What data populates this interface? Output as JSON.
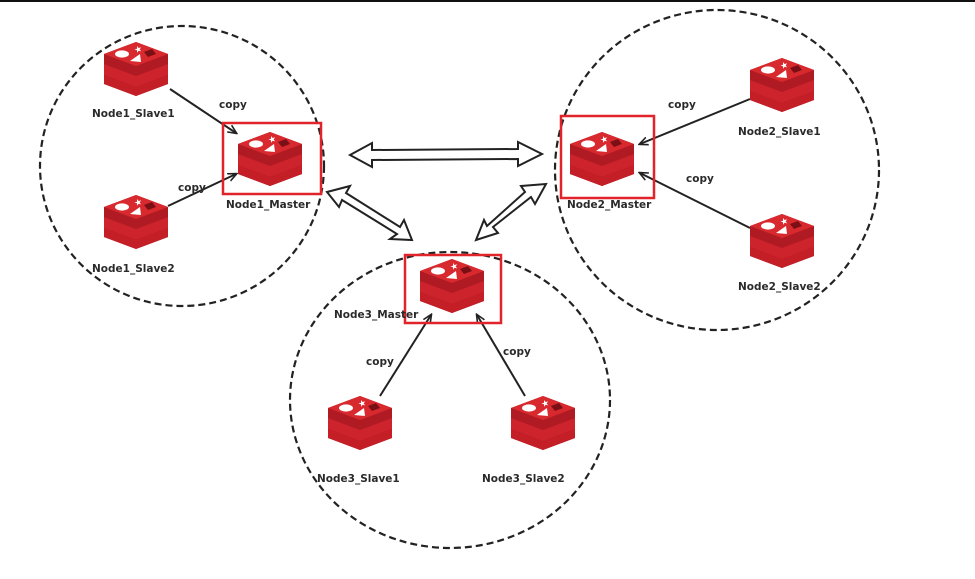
{
  "title": "Redis Cluster: 3 master nodes, each with 2 slaves",
  "colors": {
    "redis_red": "#c8202a",
    "redis_dark": "#a3151e",
    "highlight_box": "#e0242a",
    "line": "#222222"
  },
  "clusters": [
    {
      "id": "node1",
      "master": "Node1_Master",
      "slaves": [
        "Node1_Slave1",
        "Node1_Slave2"
      ]
    },
    {
      "id": "node2",
      "master": "Node2_Master",
      "slaves": [
        "Node2_Slave1",
        "Node2_Slave2"
      ]
    },
    {
      "id": "node3",
      "master": "Node3_Master",
      "slaves": [
        "Node3_Slave1",
        "Node3_Slave2"
      ]
    }
  ],
  "edge_label": "copy",
  "master_links": [
    {
      "from": "Node1_Master",
      "to": "Node2_Master",
      "type": "bidirectional"
    },
    {
      "from": "Node1_Master",
      "to": "Node3_Master",
      "type": "bidirectional"
    },
    {
      "from": "Node2_Master",
      "to": "Node3_Master",
      "type": "bidirectional"
    }
  ],
  "icon": "redis-logo-icon"
}
